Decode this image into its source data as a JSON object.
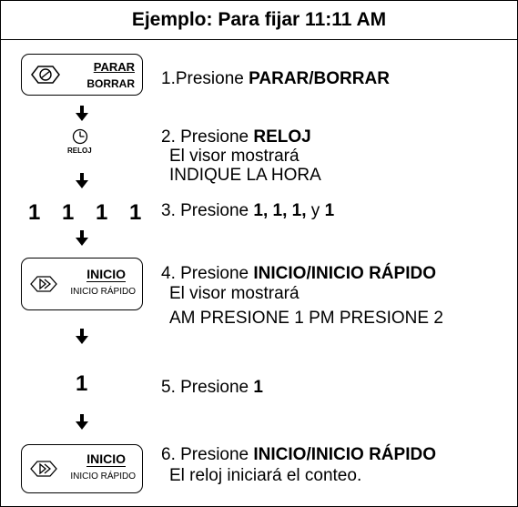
{
  "header": {
    "title": "Ejemplo: Para fijar 11:11 AM"
  },
  "buttons": {
    "stop": {
      "top": "PARAR",
      "bottom": "BORRAR"
    },
    "clock": {
      "label": "RELOJ"
    },
    "start1": {
      "top": "INICIO",
      "bottom": "INICIO RÁPIDO"
    },
    "start2": {
      "top": "INICIO",
      "bottom": "INICIO RÁPIDO"
    }
  },
  "digits": {
    "row": [
      "1",
      "1",
      "1",
      "1"
    ],
    "single": "1"
  },
  "steps": {
    "s1": {
      "prefix": "1.Presione ",
      "bold": "PARAR/BORRAR"
    },
    "s2": {
      "prefix": "2. Presione ",
      "bold": "RELOJ",
      "line2": "El visor mostrará",
      "line3": "INDIQUE LA HORA"
    },
    "s3": {
      "prefix": "3. Presione ",
      "bold": "1, 1, 1,",
      "mid": " y ",
      "bold2": "1"
    },
    "s4": {
      "prefix": "4. Presione ",
      "bold": "INICIO/INICIO RÁPIDO",
      "line2": "El visor mostrará",
      "line3": "AM PRESIONE 1  PM PRESIONE 2"
    },
    "s5": {
      "prefix": "5. Presione ",
      "bold": "1"
    },
    "s6": {
      "prefix": "6. Presione ",
      "bold": "INICIO/INICIO RÁPIDO",
      "line2": "El reloj iniciará el conteo."
    }
  }
}
